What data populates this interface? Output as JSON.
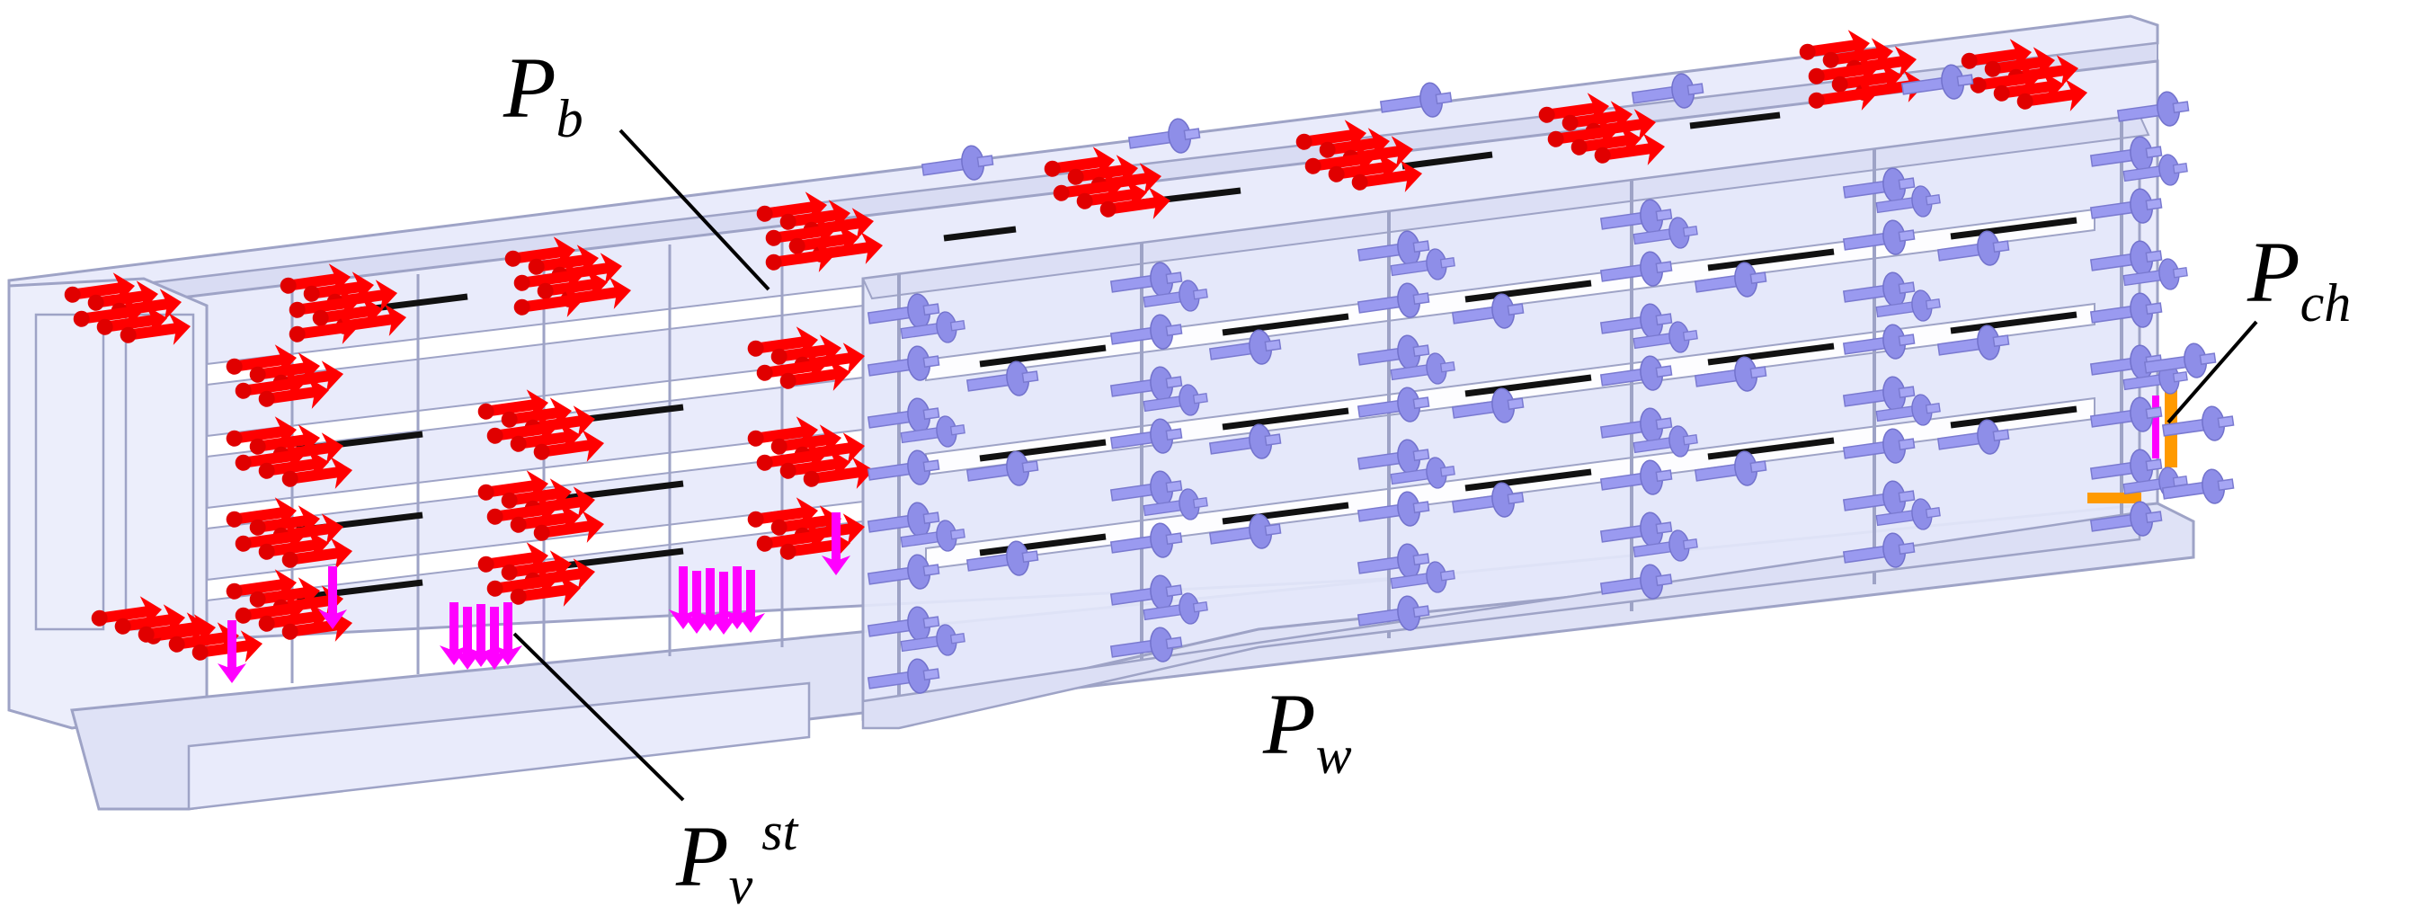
{
  "labels": {
    "pb": {
      "main": "P",
      "sub": "b"
    },
    "pch": {
      "main": "P",
      "sub": "ch"
    },
    "pw": {
      "main": "P",
      "sub": "w"
    },
    "pvst": {
      "main": "P",
      "sub": "v",
      "sup": "st"
    }
  },
  "colors": {
    "frame_fill": "#e9ebfb",
    "frame_fill_dark": "#d9dcf3",
    "frame_stroke": "#9ea3c6",
    "slot_fill": "#ffffff",
    "rod": "#111111",
    "back_arrow": "#ff0000",
    "front_arrow": "#9a9af0",
    "vertical_arrow": "#ff00ff",
    "coupler": "#ff9a00",
    "leader_line": "#000000"
  },
  "icons": {
    "back_arrow": "red-pressure-arrow-icon",
    "front_arrow": "blue-pressure-arrow-icon",
    "vertical_arrow": "magenta-down-arrow-icon"
  }
}
